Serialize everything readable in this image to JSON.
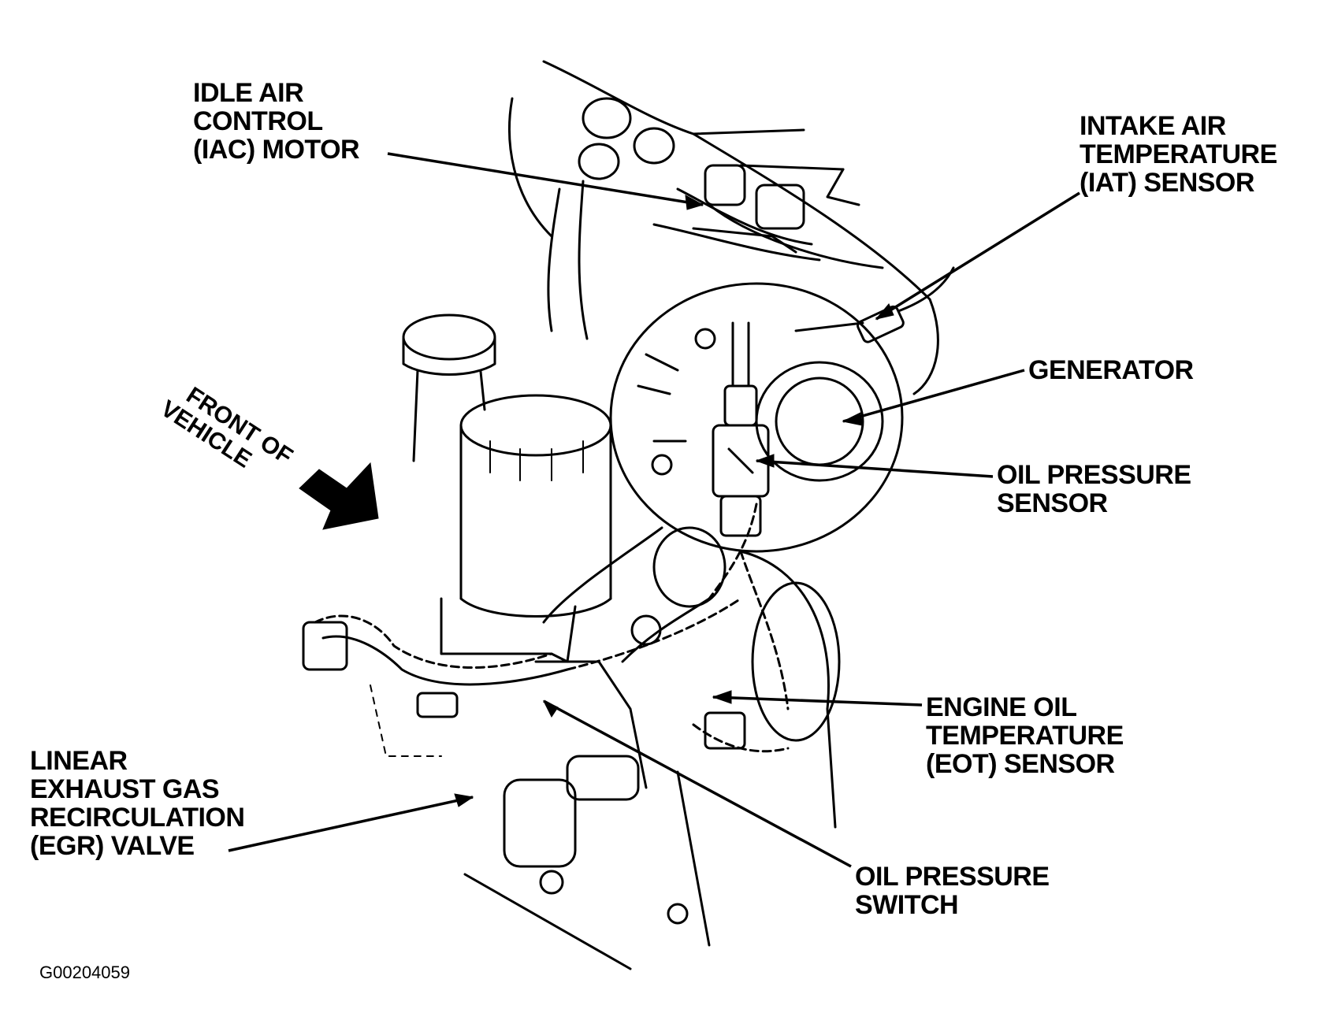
{
  "callouts": {
    "iac_motor": [
      "IDLE AIR",
      "CONTROL",
      "(IAC) MOTOR"
    ],
    "iat_sensor": [
      "INTAKE AIR",
      "TEMPERATURE",
      "(IAT) SENSOR"
    ],
    "generator": [
      "GENERATOR"
    ],
    "oil_pressure_sensor": [
      "OIL PRESSURE",
      "SENSOR"
    ],
    "eot_sensor": [
      "ENGINE OIL",
      "TEMPERATURE",
      "(EOT) SENSOR"
    ],
    "egr_valve": [
      "LINEAR",
      "EXHAUST GAS",
      "RECIRCULATION",
      "(EGR) VALVE"
    ],
    "oil_pressure_switch": [
      "OIL PRESSURE",
      "SWITCH"
    ]
  },
  "front_of_vehicle": [
    "FRONT OF",
    "VEHICLE"
  ],
  "figure_id": "G00204059",
  "colors": {
    "ink": "#000000",
    "paper": "#ffffff"
  }
}
